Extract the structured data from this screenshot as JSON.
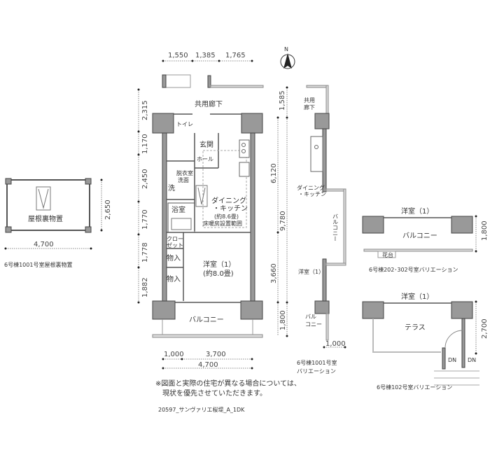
{
  "main_plan": {
    "top_dims": [
      "1,550",
      "1,385",
      "1,765"
    ],
    "left_dims": [
      "2,315",
      "1,170",
      "2,450",
      "1,770",
      "1,778",
      "1,882"
    ],
    "right_dims": [
      "1,585",
      "6,120",
      "9,780",
      "3,660",
      "1,800"
    ],
    "bottom_dims": {
      "a": "1,000",
      "b": "3,700",
      "total": "4,700"
    },
    "north": "N",
    "rooms": {
      "corridor": "共用廊下",
      "toilet": "トイレ",
      "entrance": "玄関",
      "hall": "ホール",
      "washroom": "脱衣室",
      "washroom_2": "洗面",
      "laundry": "洗",
      "bath": "浴室",
      "dk_1": "ダイニング",
      "dk_2": "・キッチン",
      "dk_size": "(約8.6畳)",
      "floor_heating": "床暖房設置範囲",
      "closet_1": "クロー",
      "closet_2": "ゼット",
      "storage_1": "物入",
      "storage_2": "物入",
      "western_room": "洋室（1）",
      "western_size": "(約8.0畳)",
      "balcony": "バルコニー"
    }
  },
  "attic": {
    "label": "屋根裏物置",
    "width": "4,700",
    "depth": "2,650",
    "caption": "6号棟1001号室屋根裏物置"
  },
  "variation_1001": {
    "corridor_1": "共用",
    "corridor_2": "廊下",
    "dk_1": "ダイニング",
    "dk_2": "・キッチン",
    "balcony_side": "バルコニー",
    "western_room": "洋室（1）",
    "balcony_1": "バル",
    "balcony_2": "コニー",
    "dim": "1,000",
    "caption_1": "6号棟1001号室",
    "caption_2": "バリエーション"
  },
  "variation_202": {
    "western_room": "洋室（1）",
    "balcony": "バルコニー",
    "planter": "花台",
    "dim": "1,800",
    "caption": "6号棟202･302号室バリエーション"
  },
  "variation_102": {
    "western_room": "洋室（1）",
    "terrace": "テラス",
    "dn_1": "DN",
    "dn_2": "DN",
    "dim": "2,700",
    "caption": "6号棟102号室バリエーション"
  },
  "notes": {
    "line_1": "※図面と実際の住宅が異なる場合については、",
    "line_2": "現状を優先させていただきます。",
    "code": "20597_サンヴァリエ桜堤_A_1DK"
  }
}
